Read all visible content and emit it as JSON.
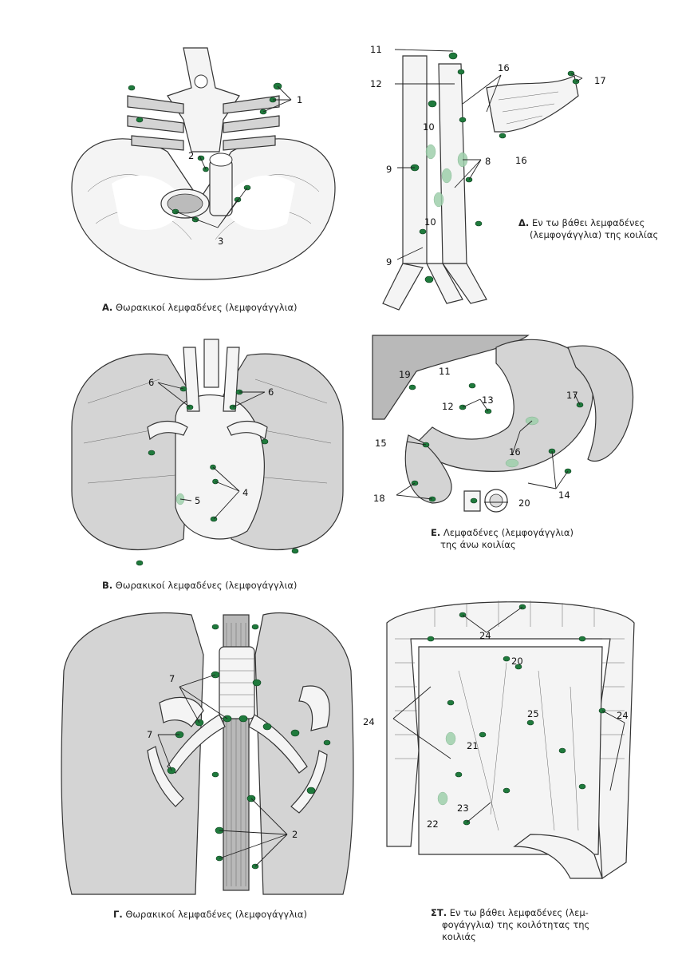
{
  "panels": {
    "a": {
      "caption_letter": "Α.",
      "caption_text": "Θωρακικοί λεμφαδένες (λεμφογάγγλια)",
      "labels": [
        "1",
        "2",
        "3"
      ]
    },
    "d": {
      "caption_letter": "Δ.",
      "caption_line1": "Εν τω βάθει λεμφαδένες",
      "caption_line2": "(λεμφογάγγλια) της κοιλίας",
      "labels": [
        "11",
        "12",
        "16",
        "17",
        "10",
        "8",
        "9",
        "16",
        "10",
        "9"
      ]
    },
    "b": {
      "caption_letter": "Β.",
      "caption_text": "Θωρακικοί λεμφαδένες (λεμφογάγγλια)",
      "labels": [
        "6",
        "6",
        "4",
        "5"
      ]
    },
    "e": {
      "caption_letter": "Ε.",
      "caption_line1": "Λεμφαδένες (λεμφογάγγλια)",
      "caption_line2": "της άνω κοιλίας",
      "labels": [
        "19",
        "11",
        "13",
        "17",
        "12",
        "15",
        "16",
        "18",
        "14",
        "20"
      ]
    },
    "g": {
      "caption_letter": "Γ.",
      "caption_text": "Θωρακικοί λεμφαδένες (λεμφογάγγλια)",
      "labels": [
        "7",
        "7",
        "2"
      ]
    },
    "st": {
      "caption_letter": "ΣΤ.",
      "caption_line1": "Εν τω βάθει λεμφαδένες (λεμ-",
      "caption_line2": "φογάγγλια) της κοιλότητας της",
      "caption_line3": "κοιλιάς",
      "labels": [
        "24",
        "20",
        "25",
        "24",
        "24",
        "21",
        "23",
        "22"
      ]
    }
  },
  "colors": {
    "lymph_node": "#1f7a3c",
    "lymph_node_faint": "#9fd0ac",
    "organ_grey": "#d4d4d4"
  }
}
